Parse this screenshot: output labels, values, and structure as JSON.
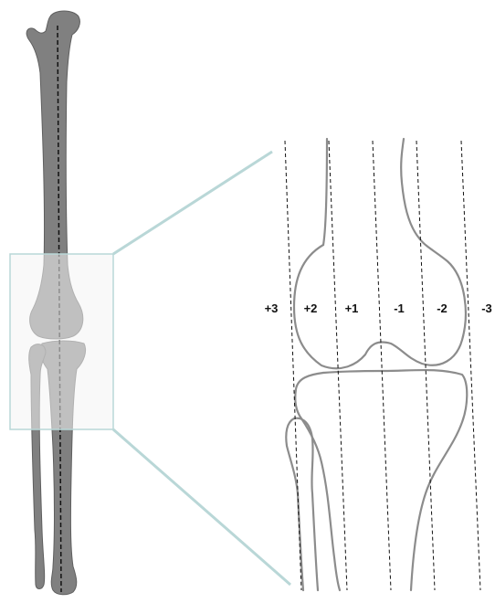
{
  "zone_labels": [
    "+3",
    "+2",
    "+1",
    "-1",
    "-2",
    "-3"
  ],
  "colors": {
    "bone_fill": "#808080",
    "bone_stroke": "#5f5f5f",
    "outline": "#8c8c8c",
    "guide_line": "#111111",
    "highlight_box_stroke": "#b9d7d7",
    "highlight_box_fill": "#f4f4f4"
  },
  "icons": {
    "leg_skeleton": "full-leg-bone-silhouette",
    "knee_closeup": "knee-joint-outline"
  }
}
